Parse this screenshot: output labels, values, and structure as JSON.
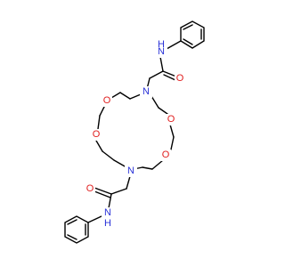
{
  "molecule": {
    "atoms": [
      {
        "id": "N_amide_top",
        "label": "N",
        "sublabel": "H",
        "color": "#2a32d8"
      },
      {
        "id": "O_carbonyl_top",
        "label": "O",
        "color": "#e02020"
      },
      {
        "id": "N_ring_top",
        "label": "N",
        "color": "#2a32d8"
      },
      {
        "id": "O_ring_ul",
        "label": "O",
        "color": "#e02020"
      },
      {
        "id": "O_ring_ur",
        "label": "O",
        "color": "#e02020"
      },
      {
        "id": "O_ring_ll",
        "label": "O",
        "color": "#e02020"
      },
      {
        "id": "O_ring_lr",
        "label": "O",
        "color": "#e02020"
      },
      {
        "id": "N_ring_bottom",
        "label": "N",
        "color": "#2a32d8"
      },
      {
        "id": "O_carbonyl_bottom",
        "label": "O",
        "color": "#e02020"
      },
      {
        "id": "N_amide_bottom",
        "label": "N",
        "sublabel": "H",
        "color": "#2a32d8"
      }
    ],
    "bond_color": "#000000"
  }
}
